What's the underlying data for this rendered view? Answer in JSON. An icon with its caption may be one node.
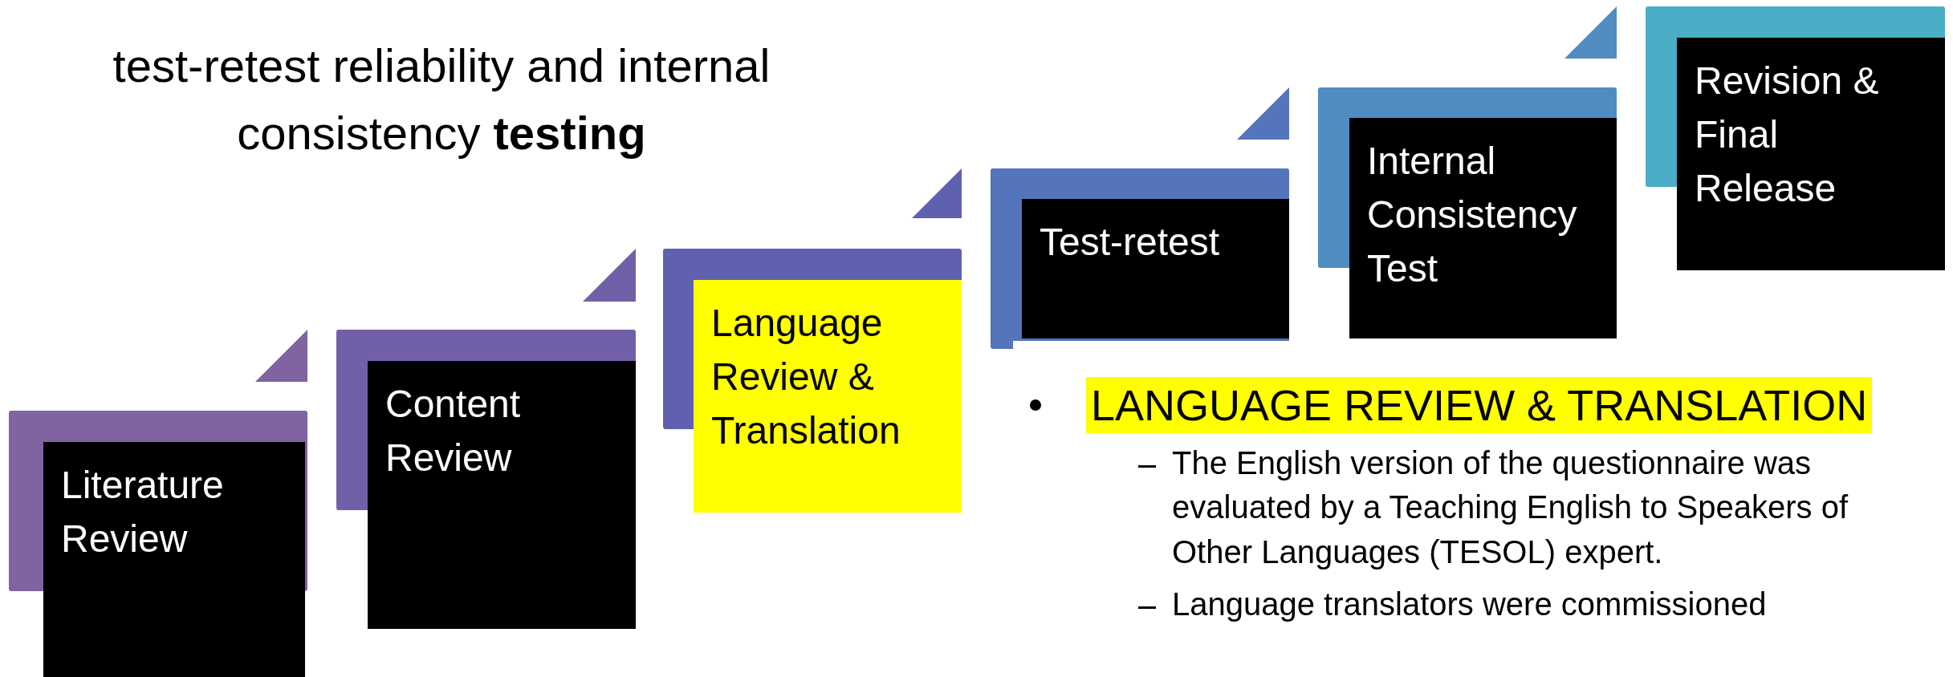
{
  "diagram": {
    "title": "test-retest reliability and internal consistency **testing**",
    "nodes": [
      {
        "text": [
          "Literature Review"
        ]
      },
      {
        "text": [
          "Content Review"
        ]
      },
      {
        "text": [
          "Language Review & Translation"
        ]
      },
      {
        "text": [
          "Test-retest"
        ]
      },
      {
        "text": [
          "Internal Consistency Test"
        ]
      },
      {
        "text": [
          "Revision & Final Release"
        ]
      }
    ],
    "edges": [],
    "labels": [
      "LANGUAGE REVIEW & TRANSLATION",
      "The English version of the questionnaire was evaluated by a Teaching English to Speakers of Other Languages (TESOL) expert.",
      "Language translators were commissioned"
    ]
  }
}
